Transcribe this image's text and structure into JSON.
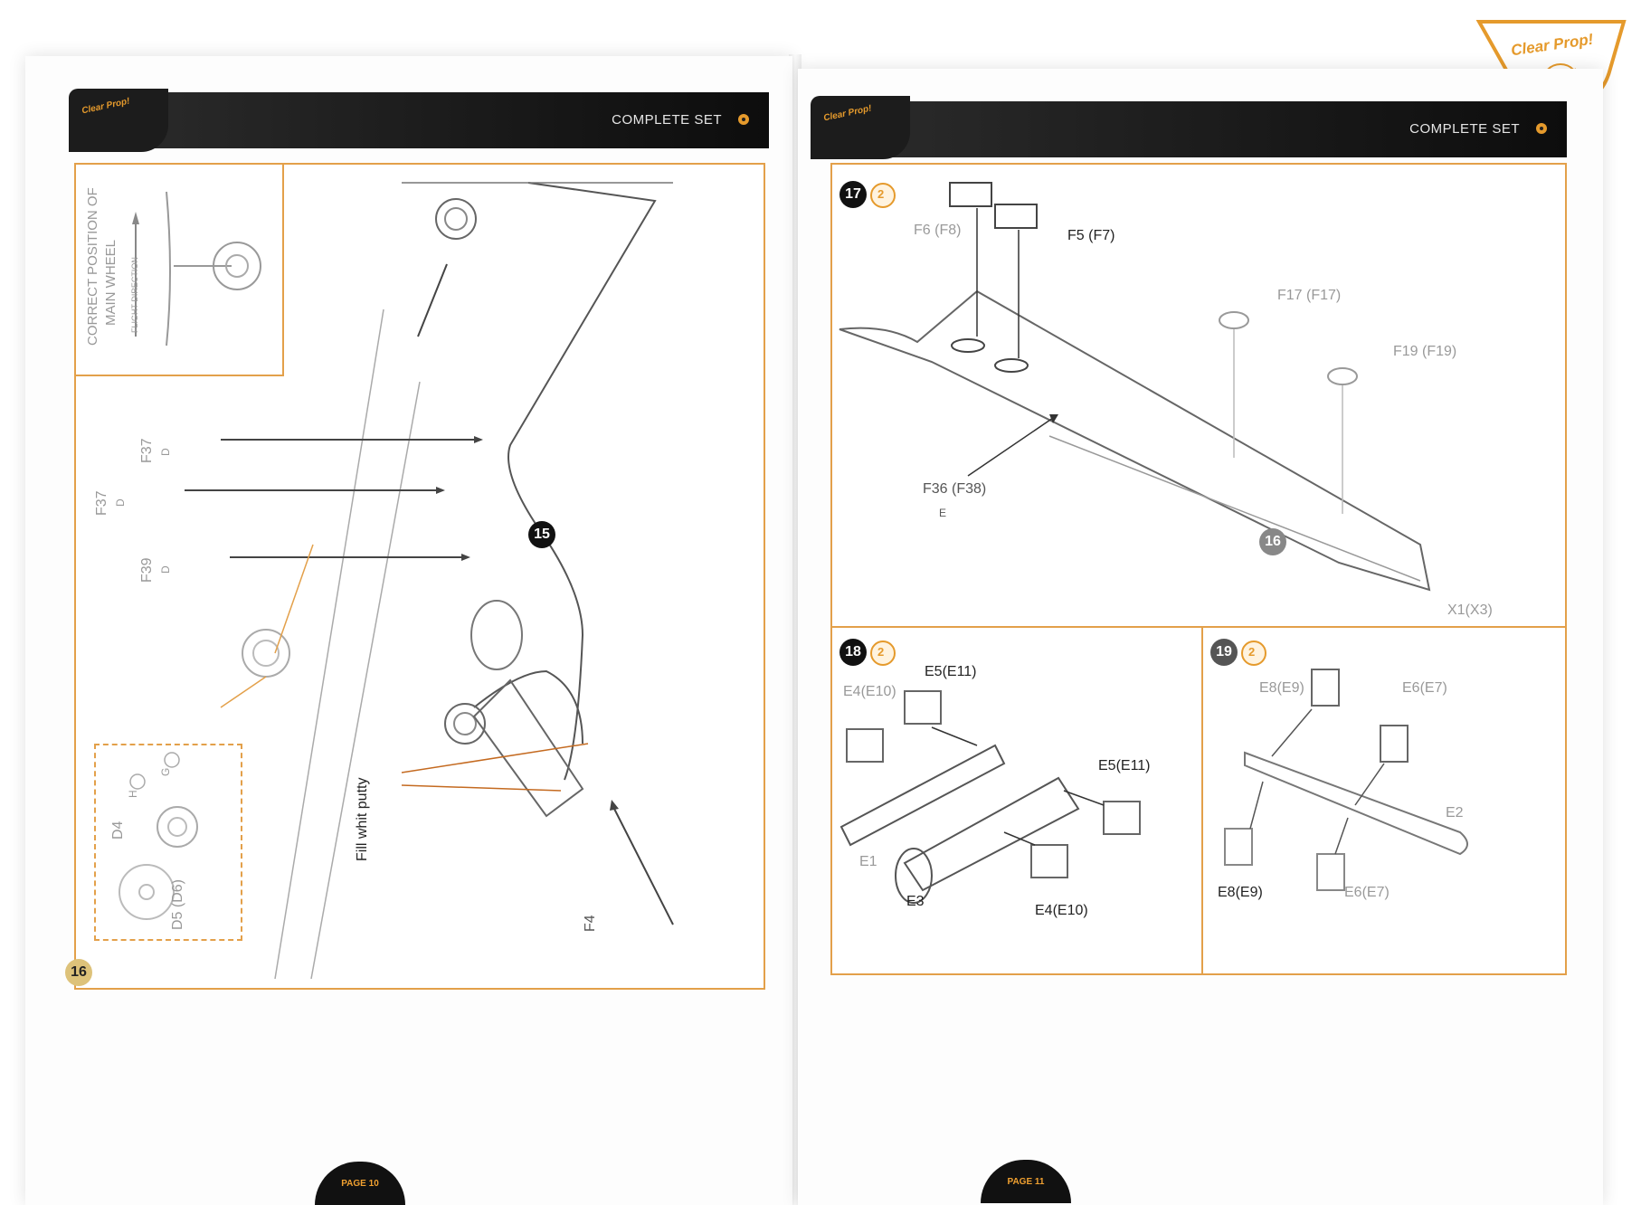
{
  "brand": {
    "logo_text": "Clear Prop!"
  },
  "header_label": "COMPLETE SET",
  "left_page": {
    "page_number": "PAGE 10",
    "inset_title_1": "CORRECT POSITION OF",
    "inset_title_2": "MAIN WHEEL",
    "inset_arrow_label": "FLIGHT DIRECTION",
    "step_main": "15",
    "step_corner": "16",
    "parts": {
      "f37a": "F37",
      "f37a_tree": "D",
      "f37b": "F37",
      "f37b_tree": "D",
      "f39": "F39",
      "f39_tree": "D",
      "f4": "F4",
      "d4": "D4",
      "h": "H",
      "g": "G",
      "d5": "D5 (D6)"
    },
    "note": "Fill whit putty"
  },
  "right_page": {
    "page_number": "PAGE 11",
    "step17": "17",
    "step16": "16",
    "step18": "18",
    "step19": "19",
    "parts17": {
      "f6": "F6 (F8)",
      "f5": "F5 (F7)",
      "f17": "F17 (F17)",
      "f19": "F19 (F19)",
      "f36": "F36 (F38)",
      "f36_tree": "E",
      "x1": "X1(X3)"
    },
    "parts18": {
      "e5a": "E5(E11)",
      "e4a": "E4(E10)",
      "e5b": "E5(E11)",
      "e1": "E1",
      "e3": "E3",
      "e4b": "E4(E10)"
    },
    "parts19": {
      "e8a": "E8(E9)",
      "e6a": "E6(E7)",
      "e2": "E2",
      "e8b": "E8(E9)",
      "e6b": "E6(E7)"
    }
  }
}
